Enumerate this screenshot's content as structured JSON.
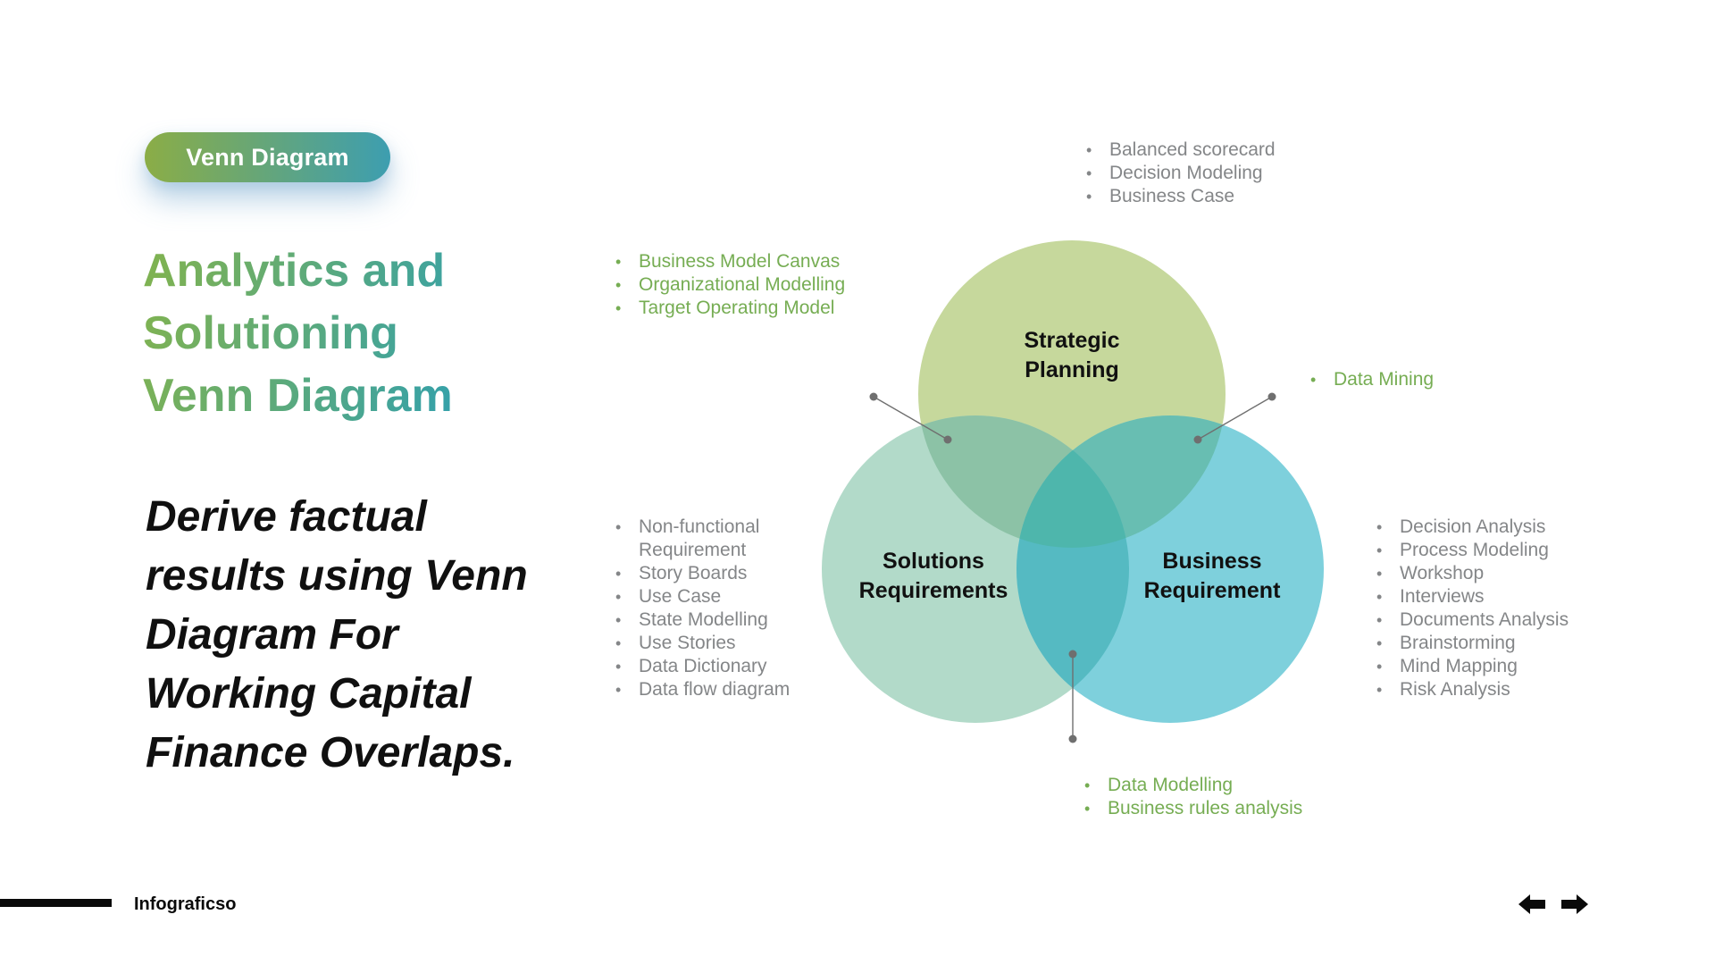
{
  "badge": {
    "label": "Venn Diagram"
  },
  "heading": {
    "title": "Analytics and\nSolutioning\nVenn Diagram",
    "description": "Derive factual\nresults using Venn\nDiagram For\nWorking Capital\nFinance Overlaps."
  },
  "colors": {
    "badge_gradient_start": "#8bad46",
    "badge_gradient_end": "#3d9eb0",
    "title_gradient_start": "#7eb253",
    "title_gradient_end": "#2d9fb3",
    "list_gray": "#848688",
    "list_green": "#76ad53",
    "connector": "#6f6f6f"
  },
  "venn": {
    "circles": [
      {
        "label": "Strategic\nPlanning",
        "color": "#c6d89c"
      },
      {
        "label": "Solutions\nRequirements",
        "color": "#b2dac9"
      },
      {
        "label": "Business\nRequirement",
        "color": "#7ed0dc"
      }
    ],
    "overlaps": {
      "strategic_solutions": "#8cc2a6",
      "strategic_business": "#68beb2",
      "solutions_business": "#55bac2",
      "center": "#4eb6ac"
    }
  },
  "lists": {
    "strategic": {
      "items": [
        "Balanced scorecard",
        "Decision Modeling",
        "Business Case"
      ]
    },
    "strategic_solutions": {
      "items": [
        "Business Model Canvas",
        "Organizational Modelling",
        "Target Operating Model"
      ]
    },
    "strategic_business": {
      "items": [
        "Data Mining"
      ]
    },
    "solutions": {
      "items": [
        "Non-functional Requirement",
        "Story Boards",
        "Use Case",
        "State Modelling",
        "Use Stories",
        "Data Dictionary",
        "Data flow diagram"
      ]
    },
    "business": {
      "items": [
        "Decision Analysis",
        "Process Modeling",
        "Workshop",
        "Interviews",
        "Documents Analysis",
        "Brainstorming",
        "Mind Mapping",
        "Risk Analysis"
      ]
    },
    "solutions_business": {
      "items": [
        "Data Modelling",
        "Business rules analysis"
      ]
    }
  },
  "footer": {
    "brand": "Infograficso"
  }
}
